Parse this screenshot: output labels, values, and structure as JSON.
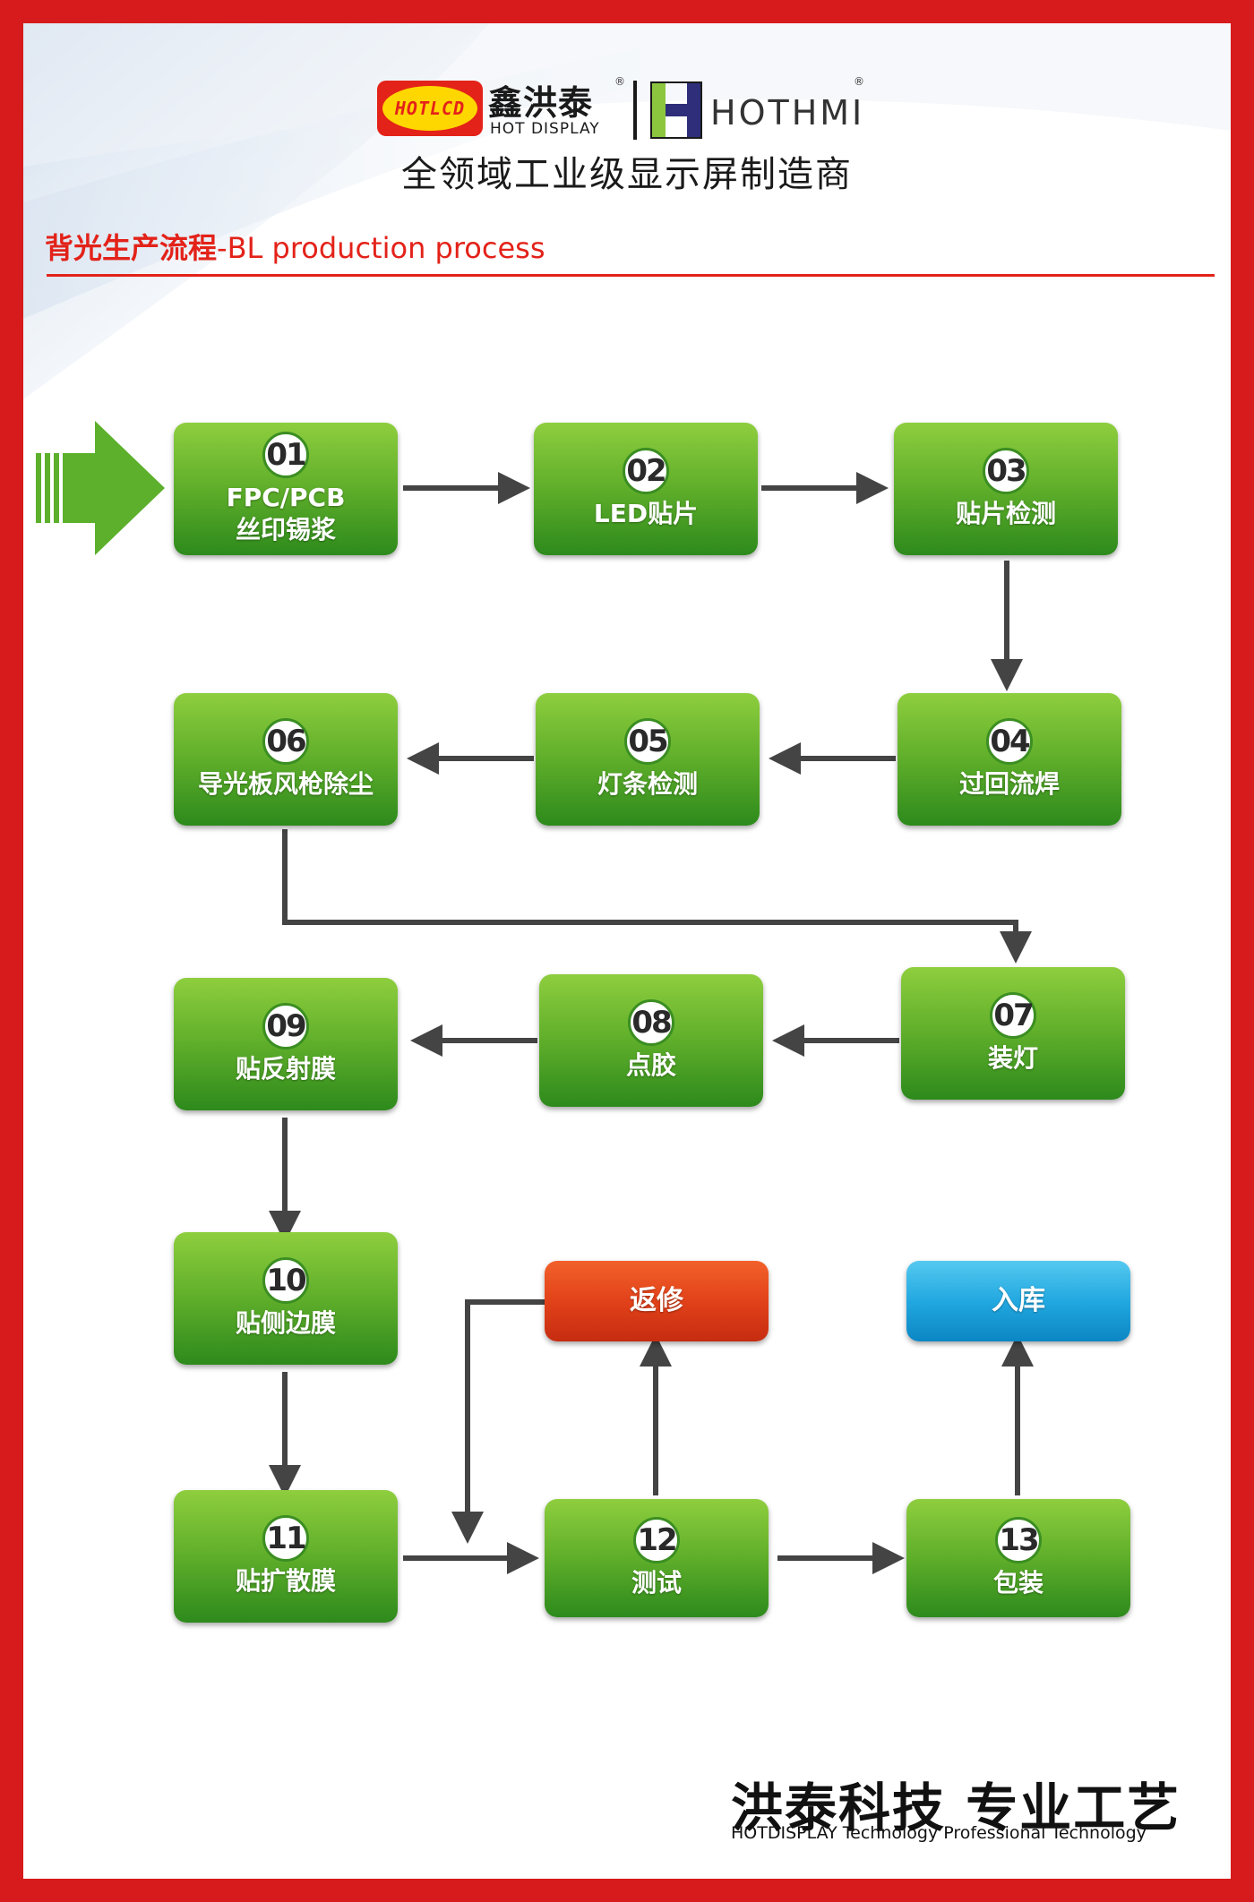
{
  "logo": {
    "badge_text": "HOTLCD",
    "brand_cn": "鑫洪泰",
    "brand_en": "HOT DISPLAY",
    "registered": "®",
    "partner_name": "HOTHMI"
  },
  "tagline": "全领域工业级显示屏制造商",
  "section_title": {
    "cn": "背光生产流程",
    "en": "-BL production process"
  },
  "steps": [
    {
      "id": "01",
      "label": "FPC/PCB\n丝印锡浆"
    },
    {
      "id": "02",
      "label": "LED贴片"
    },
    {
      "id": "03",
      "label": "贴片检测"
    },
    {
      "id": "04",
      "label": "过回流焊"
    },
    {
      "id": "05",
      "label": "灯条检测"
    },
    {
      "id": "06",
      "label": "导光板风枪除尘"
    },
    {
      "id": "07",
      "label": "装灯"
    },
    {
      "id": "08",
      "label": "点胶"
    },
    {
      "id": "09",
      "label": "贴反射膜"
    },
    {
      "id": "10",
      "label": "贴侧边膜"
    },
    {
      "id": "11",
      "label": "贴扩散膜"
    },
    {
      "id": "12",
      "label": "测试"
    },
    {
      "id": "13",
      "label": "包装"
    }
  ],
  "rework": {
    "label": "返修"
  },
  "warehouse": {
    "label": "入库"
  },
  "colors": {
    "frame": "#d71a1c",
    "accent": "#e32219",
    "step_green": "#5fae2a",
    "rework_red": "#e2421a",
    "warehouse_blue": "#22a8e0",
    "arrow": "#444444",
    "entry_arrow": "#5cb02c"
  },
  "footer": {
    "cn": "洪泰科技 专业工艺",
    "en": "HOTDISPLAY Technology Professional Technology"
  }
}
